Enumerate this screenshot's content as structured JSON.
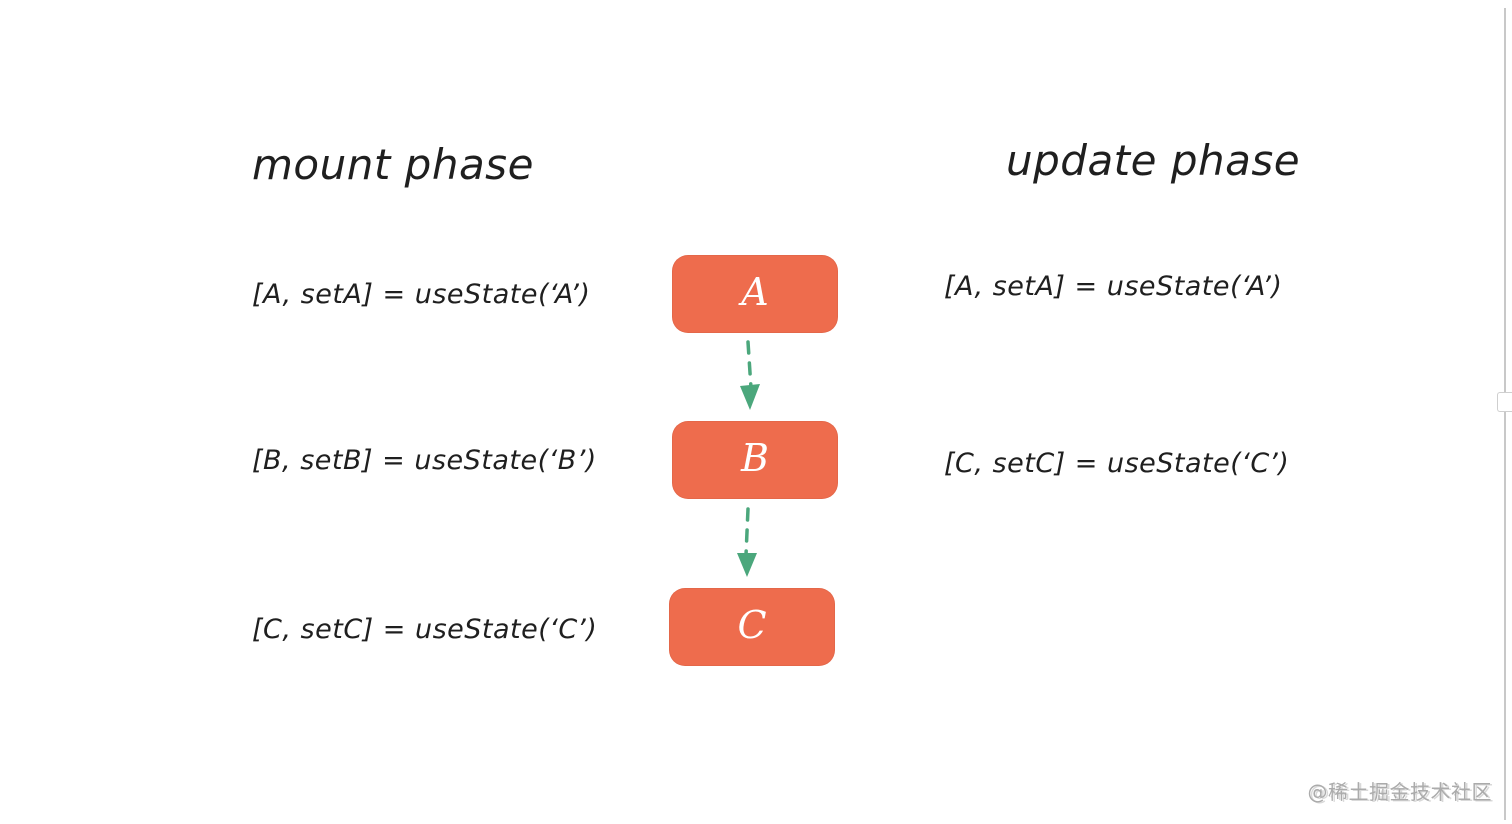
{
  "diagram": {
    "left_title": "mount phase",
    "right_title": "update phase",
    "mount_phase": {
      "lines": [
        "[A, setA] = useState(‘A’)",
        "[B, setB] = useState(‘B’)",
        "[C, setC] = useState(‘C’)"
      ]
    },
    "update_phase": {
      "lines": [
        "[A, setA] = useState(‘A’)",
        "[C, setC] = useState(‘C’)"
      ]
    },
    "nodes": [
      {
        "label": "A"
      },
      {
        "label": "B"
      },
      {
        "label": "C"
      }
    ]
  },
  "watermark": "@稀土掘金技术社区",
  "colors": {
    "node_fill": "#EE6C4D",
    "node_text": "#FFFFFF",
    "arrow": "#4BA77C",
    "text": "#1F1F1F",
    "watermark": "#ABABAB",
    "edge_line": "#C8C8C8"
  }
}
